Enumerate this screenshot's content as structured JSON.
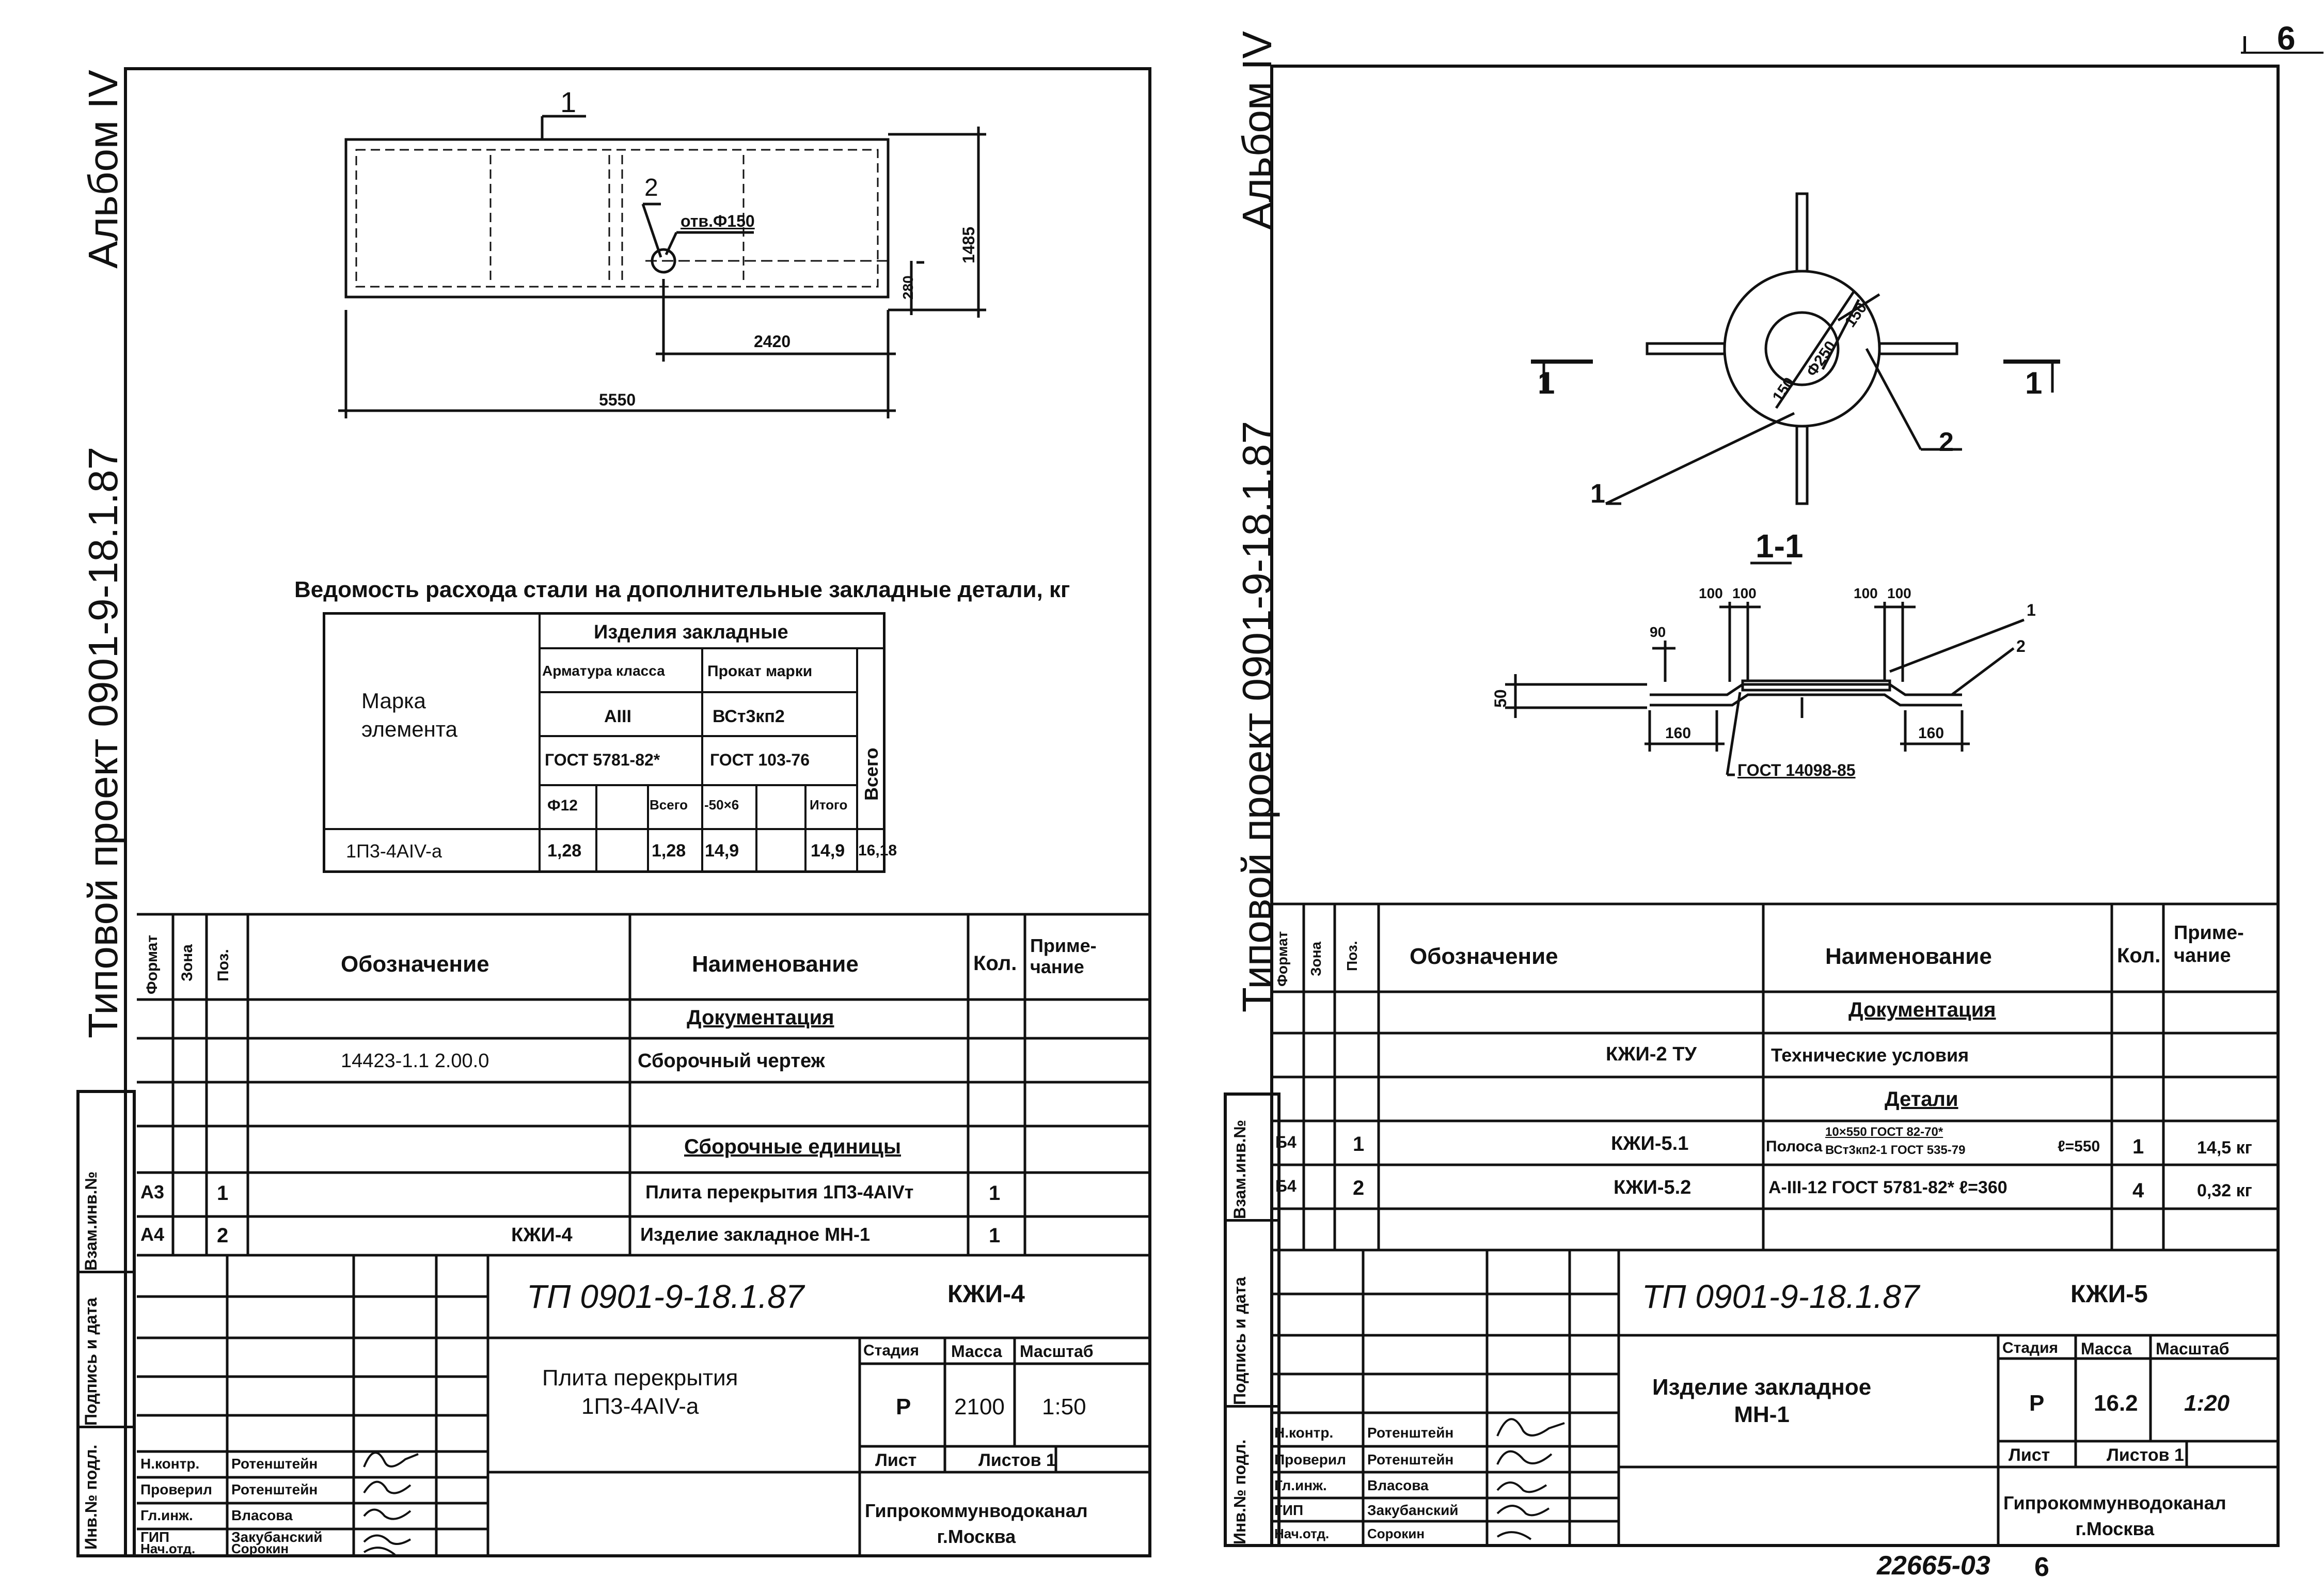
{
  "corner_number": "6",
  "bottom_stamp": "22665-03",
  "bottom_stamp_num": "6",
  "colors": {
    "ink": "#111111",
    "paper": "#ffffff"
  },
  "left": {
    "margin": {
      "album": "Альбом IV",
      "project": "Типовой   проект 0901-9-18.1.87",
      "vzam": "Взам.инв.№",
      "podp": "Подпись и дата",
      "inv": "Инв.№ подл."
    },
    "plan": {
      "callout1": "1",
      "callout2": "2",
      "hole": "отв.Ф150",
      "d1485": "1485",
      "d280": "280",
      "d2420": "2420",
      "d5550": "5550"
    },
    "vedomost": {
      "title": "Ведомость расхода стали на дополнительные закладные детали, кг",
      "h_marka": "Марка элемента",
      "h_izd": "Изделия закладные",
      "h_arm": "Арматура класса",
      "h_prokat": "Прокат марки",
      "h_a3": "АIII",
      "h_vst": "ВСт3кп2",
      "h_gost1": "ГОСТ 5781-82*",
      "h_gost2": "ГОСТ 103-76",
      "h_vsego": "Всего",
      "h_f12": "Ф12",
      "h_vsego2": "Всего",
      "h_50": "-50×6",
      "h_itogo": "Итого",
      "row": {
        "marka": "1П3-4АIV-а",
        "f12": "1,28",
        "vsego": "1,28",
        "p50": "14,9",
        "itogo": "14,9",
        "total": "16,18"
      }
    },
    "spec": {
      "h_format": "Формат",
      "h_zona": "Зона",
      "h_poz": "Поз.",
      "h_oboz": "Обозначение",
      "h_naim": "Наименование",
      "h_kol": "Кол.",
      "h_prim": "Приме-\nчание",
      "rows": [
        {
          "oboz": "",
          "naim": "Документация",
          "header": true
        },
        {
          "oboz": "14423-1.1 2.00.0",
          "naim": "Сборочный чертеж"
        },
        {
          "oboz": "",
          "naim": ""
        },
        {
          "oboz": "",
          "naim": "Сборочные единицы",
          "header": true
        },
        {
          "fmt": "А3",
          "poz": "1",
          "oboz": "",
          "naim": "Плита перекрытия 1П3-4АIVт",
          "kol": "1"
        },
        {
          "fmt": "А4",
          "poz": "2",
          "oboz": "КЖИ-4",
          "naim": "Изделие закладное МН-1",
          "kol": "1"
        }
      ]
    },
    "title": {
      "code": "ТП 0901-9-18.1.87",
      "sheetcode": "КЖИ-4",
      "name": "Плита перекрытия\n1П3-4АIV-а",
      "h_stadia": "Стадия",
      "h_massa": "Масса",
      "h_masht": "Масштаб",
      "stadia": "Р",
      "massa": "2100",
      "masht": "1:50",
      "list": "Лист",
      "listov": "Листов 1",
      "org": "Гипрокоммунводоканал\nг.Москва",
      "people": [
        [
          "Н.контр.",
          "Ротенштейн"
        ],
        [
          "Проверил",
          "Ротенштейн"
        ],
        [
          "Гл.инж.",
          "Власова"
        ],
        [
          "ГИП",
          "Закубанский"
        ],
        [
          "Нач.отд.",
          "Сорокин"
        ]
      ]
    }
  },
  "right": {
    "margin": {
      "album": "Альбом IV",
      "project": "Типовой   проект 0901-9-18.1.87",
      "vzam": "Взам.инв.№",
      "podp": "Подпись и дата",
      "inv": "Инв.№ подл."
    },
    "drawing": {
      "sec_left": "1",
      "sec_right": "1",
      "callout1": "1",
      "callout2": "2",
      "d150": "150",
      "d250": "Ф250",
      "d150b": "150",
      "section_title": "1-1",
      "d100a": "100",
      "d100b": "100",
      "d100c": "100",
      "d100d": "100",
      "d90": "90",
      "d50": "50",
      "d160a": "160",
      "d160b": "160",
      "gost": "ГОСТ 14098-85",
      "c1": "1",
      "c2": "2"
    },
    "spec": {
      "h_format": "Формат",
      "h_zona": "Зона",
      "h_poz": "Поз.",
      "h_oboz": "Обозначение",
      "h_naim": "Наименование",
      "h_kol": "Кол.",
      "h_prim": "Приме-\nчание",
      "rows": [
        {
          "naim": "Документация",
          "header": true
        },
        {
          "oboz": "КЖИ-2 ТУ",
          "naim": "Технические условия"
        },
        {
          "naim": "Детали",
          "header": true
        },
        {
          "fmt": "Б4",
          "poz": "1",
          "oboz": "КЖИ-5.1",
          "naim_top": "10×550 ГОСТ 82-70*",
          "naim_pre": "Полоса",
          "naim_bot": "ВСт3кп2-1 ГОСТ 535-79",
          "naim_post": "ℓ=550",
          "kol": "1",
          "prim": "14,5 кг"
        },
        {
          "fmt": "Б4",
          "poz": "2",
          "oboz": "КЖИ-5.2",
          "naim": "А-III-12 ГОСТ 5781-82* ℓ=360",
          "kol": "4",
          "prim": "0,32 кг"
        }
      ]
    },
    "title": {
      "code": "ТП 0901-9-18.1.87",
      "sheetcode": "КЖИ-5",
      "name": "Изделие закладное\nМН-1",
      "h_stadia": "Стадия",
      "h_massa": "Масса",
      "h_masht": "Масштаб",
      "stadia": "Р",
      "massa": "16.2",
      "masht": "1:20",
      "list": "Лист",
      "listov": "Листов 1",
      "org": "Гипрокоммунводоканал\nг.Москва",
      "people": [
        [
          "Н.контр.",
          "Ротенштейн"
        ],
        [
          "Проверил",
          "Ротенштейн"
        ],
        [
          "Гл.инж.",
          "Власова"
        ],
        [
          "ГИП",
          "Закубанский"
        ],
        [
          "Нач.отд.",
          "Сорокин"
        ]
      ]
    }
  }
}
